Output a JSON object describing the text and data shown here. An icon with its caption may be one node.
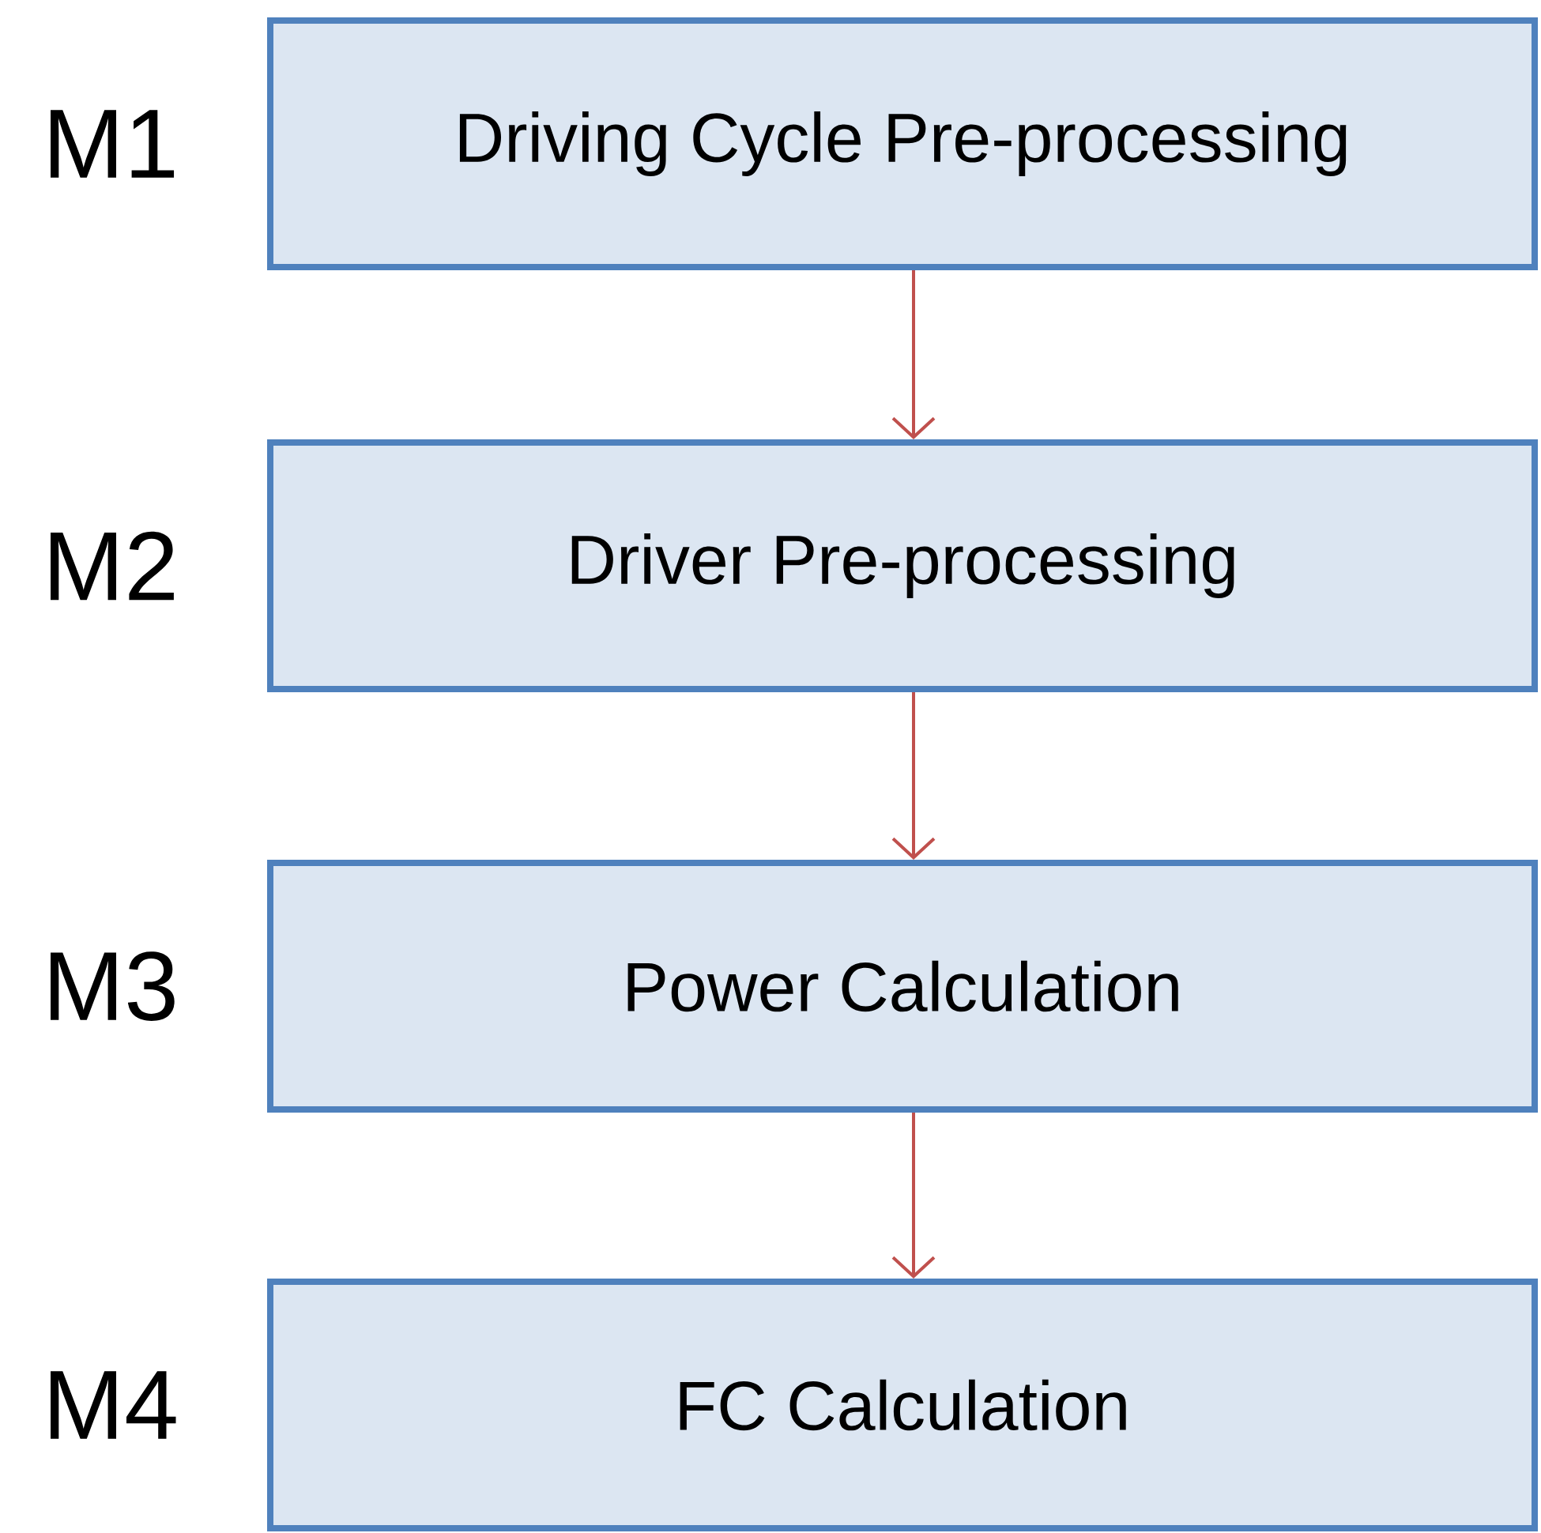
{
  "diagram": {
    "nodes": [
      {
        "text": [
          "Driving Cycle Pre-processing"
        ],
        "beside": [
          "M1"
        ]
      },
      {
        "text": [
          "Driver Pre-processing"
        ],
        "beside": [
          "M2"
        ]
      },
      {
        "text": [
          "Power Calculation"
        ],
        "beside": [
          "M3"
        ]
      },
      {
        "text": [
          "FC Calculation"
        ],
        "beside": [
          "M4"
        ]
      }
    ],
    "edges": [
      {
        "from": 0,
        "to": 1,
        "arrow": "to"
      },
      {
        "from": 1,
        "to": 2,
        "arrow": "to"
      },
      {
        "from": 2,
        "to": 3,
        "arrow": "to"
      }
    ]
  }
}
